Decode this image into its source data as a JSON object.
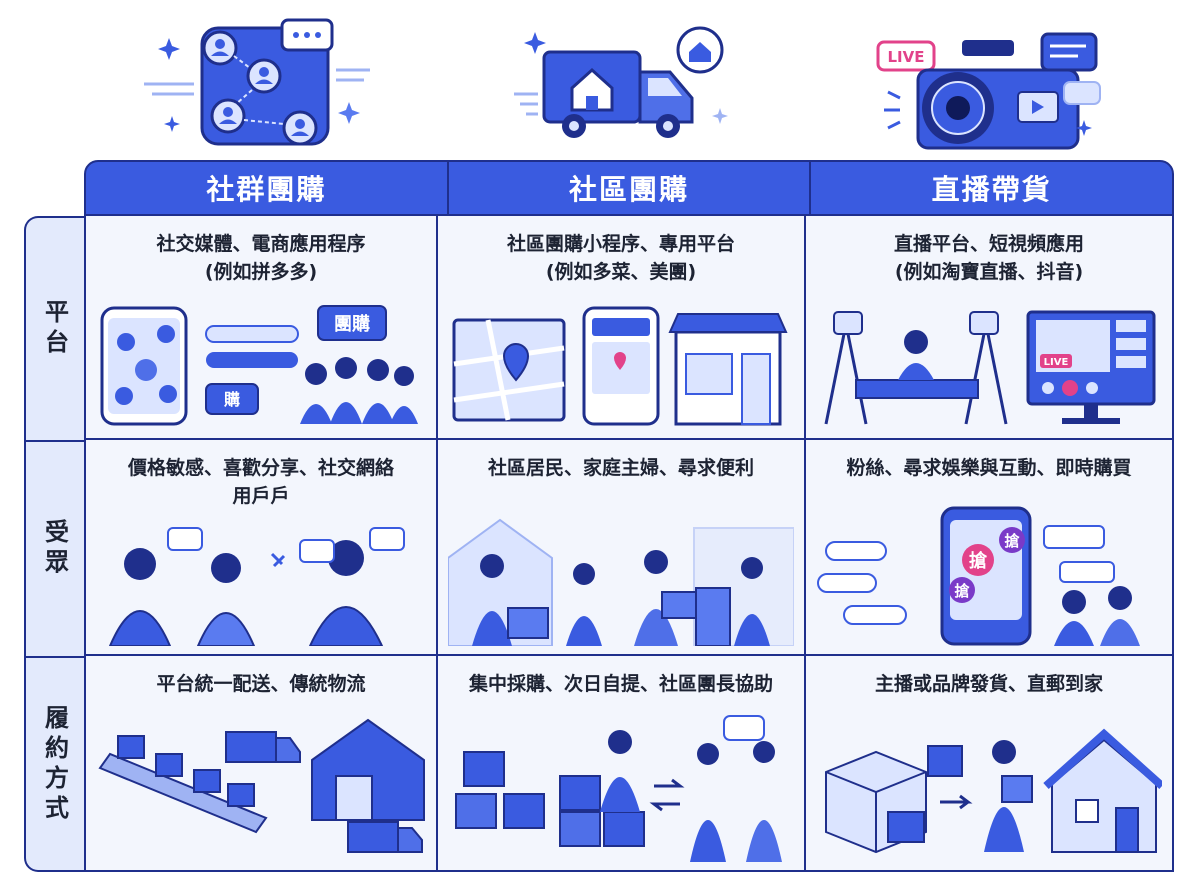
{
  "columns": [
    "社群團購",
    "社區團購",
    "直播帶貨"
  ],
  "rows": [
    "平台",
    "受眾",
    "履約方式"
  ],
  "cells": {
    "platform": [
      "社交媒體、電商應用程序\n(例如拼多多)",
      "社區團購小程序、專用平台\n(例如多菜、美團)",
      "直播平台、短視頻應用\n(例如淘寶直播、抖音)"
    ],
    "audience": [
      "價格敏感、喜歡分享、社交網絡\n用戶戶",
      "社區居民、家庭主婦、尋求便利",
      "粉絲、尋求娛樂與互動、即時購買"
    ],
    "fulfillment": [
      "平台統一配送、傳統物流",
      "集中採購、次日自提、社區團長協助",
      "主播或品牌發貨、直郵到家"
    ]
  },
  "art_labels": {
    "group_buy_bubble": "團購",
    "buy_button": "購",
    "live_badge": "LIVE",
    "grab_1": "搶",
    "grab_2": "搶",
    "grab_3": "搶",
    "screen_live": "LIVE"
  },
  "colors": {
    "primary": "#3a5be0",
    "dark": "#1f2f8c",
    "light": "#e3eafc",
    "accent_pink": "#e2428a"
  },
  "icons": [
    "social-network-icon",
    "delivery-truck-icon",
    "live-camera-icon"
  ]
}
